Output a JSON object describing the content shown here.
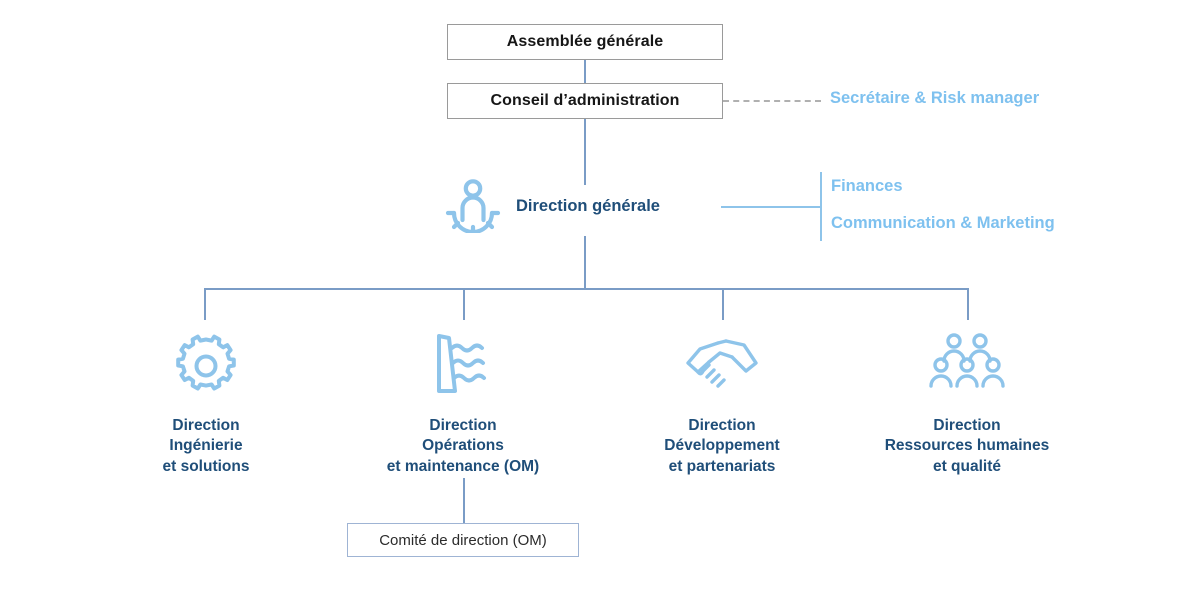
{
  "colors": {
    "accent_light": "#8ec4ea",
    "accent_sidelabel": "#7ec1ef",
    "navy": "#1f4e79",
    "connector": "#7a9cc6",
    "box_border_top": "#9a9a9a",
    "box_border_sub": "#9fb4d4",
    "dashed": "#b0b0b0",
    "background": "#ffffff"
  },
  "top_boxes": [
    {
      "id": "assemblee-generale",
      "label": "Assemblée générale"
    },
    {
      "id": "conseil-administration",
      "label": "Conseil d’administration"
    }
  ],
  "side_labels": {
    "secretaire": "Secrétaire & Risk manager",
    "finances": "Finances",
    "communication": "Communication & Marketing"
  },
  "direction_generale": {
    "label": "Direction générale",
    "icon": "person-gear-icon"
  },
  "departments": [
    {
      "id": "ingenierie",
      "icon": "gear-icon",
      "label": "Direction\nIngénierie\net solutions"
    },
    {
      "id": "operations",
      "icon": "dam-water-icon",
      "label": "Direction\nOpérations\net maintenance (OM)"
    },
    {
      "id": "developpement",
      "icon": "handshake-icon",
      "label": "Direction\nDéveloppement\net partenariats"
    },
    {
      "id": "ressources-humaines",
      "icon": "people-group-icon",
      "label": "Direction\nRessources humaines\net qualité"
    }
  ],
  "bottom_box": {
    "id": "comite-de-direction",
    "label": "Comité de direction (OM)"
  }
}
